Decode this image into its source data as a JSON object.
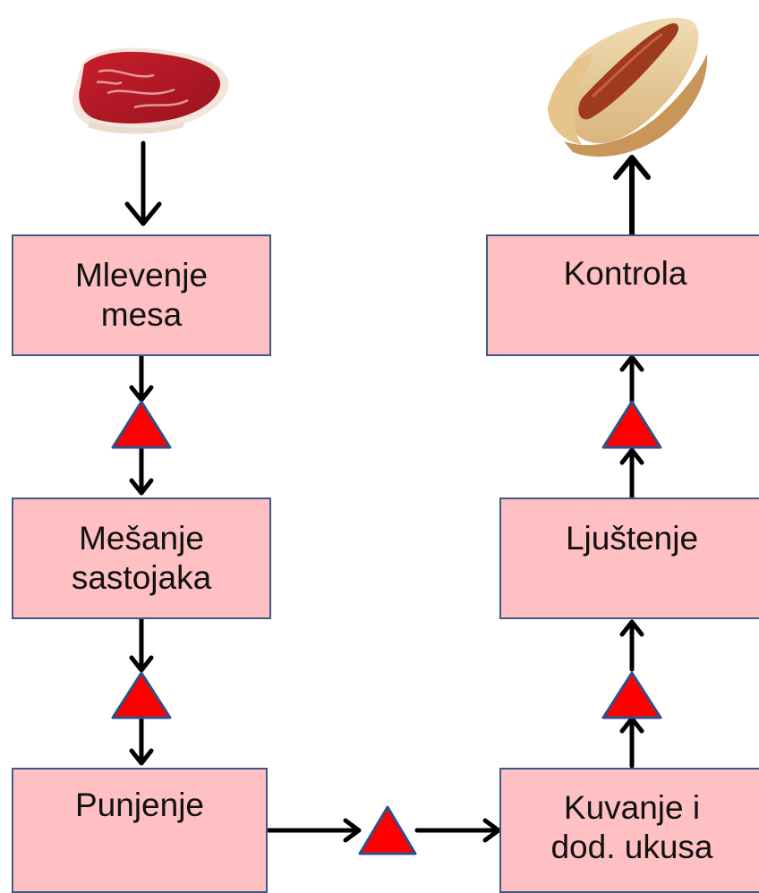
{
  "steps": {
    "grinding": {
      "line1": "Mlevenje",
      "line2": "mesa"
    },
    "mixing": {
      "line1": "Mešanje",
      "line2": "sastojaka"
    },
    "filling": {
      "line1": "Punjenje"
    },
    "cooking": {
      "line1": "Kuvanje i",
      "line2": "dod. ukusa"
    },
    "peeling": {
      "line1": "Ljuštenje"
    },
    "control": {
      "line1": "Kontrola"
    }
  },
  "images": {
    "input": "steak-icon",
    "output": "hot-dog-icon"
  },
  "colors": {
    "box_fill": "#ffc0c4",
    "box_border": "#3f5a82",
    "triangle_fill": "#ff0000",
    "triangle_border": "#2f4f8a",
    "arrow": "#000000"
  }
}
